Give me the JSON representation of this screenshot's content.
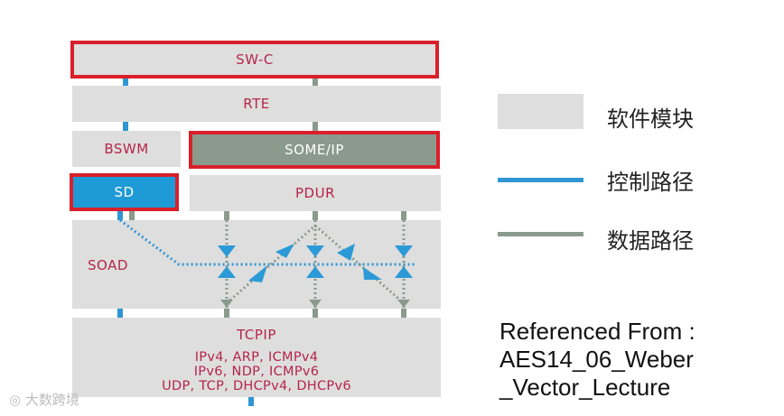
{
  "blocks": {
    "swc": "SW-C",
    "rte": "RTE",
    "bswm": "BSWM",
    "someip": "SOME/IP",
    "sd": "SD",
    "pdur": "PDUR",
    "soad": "SOAD",
    "tcpip": {
      "title": "TCPIP",
      "lines": [
        "IPv4, ARP, ICMPv4",
        "IPv6, NDP, ICMPv6",
        "UDP, TCP, DHCPv4, DHCPv6"
      ]
    }
  },
  "legend": {
    "module": "软件模块",
    "control": "控制路径",
    "data": "数据路径"
  },
  "reference": {
    "line1": "Referenced From :",
    "line2": "AES14_06_Weber",
    "line3": "_Vector_Lecture"
  },
  "watermark": "大数跨境",
  "colors": {
    "module_fill": "#dedede",
    "highlight_border": "#d9202a",
    "control_path": "#2f96d4",
    "data_path": "#8a9a8d",
    "label_text": "#b5254b",
    "someip_fill": "#8a9a8d",
    "sd_fill": "#1e9ad6"
  }
}
